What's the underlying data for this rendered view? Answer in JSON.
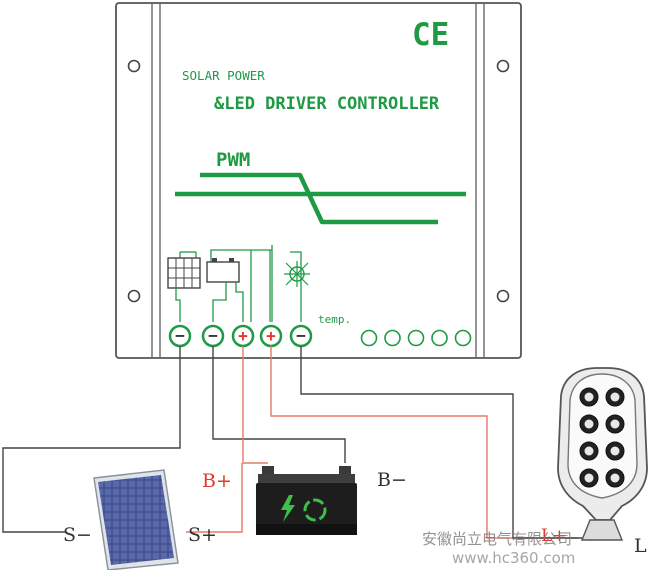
{
  "controller": {
    "ce_mark": "CE",
    "title_line1": "SOLAR POWER",
    "title_line2": "&LED DRIVER CONTROLLER",
    "mode_label": "PWM",
    "temp_label": "temp.",
    "terminals": [
      {
        "name": "solar-negative-terminal",
        "sign": "−",
        "color": "#333333"
      },
      {
        "name": "battery-negative-terminal",
        "sign": "−",
        "color": "#333333"
      },
      {
        "name": "battery-positive-terminal",
        "sign": "+",
        "color": "#e23a2a"
      },
      {
        "name": "load-positive-terminal",
        "sign": "+",
        "color": "#e23a2a"
      },
      {
        "name": "load-negative-terminal",
        "sign": "−",
        "color": "#333333"
      }
    ],
    "indicator_icons": [
      "solar-panel-icon",
      "battery-icon",
      "led-lamp-icon"
    ],
    "led_count": 5
  },
  "wiring_labels": {
    "battery_positive": "B+",
    "battery_negative": "B−",
    "solar_negative": "S−",
    "solar_positive": "S+",
    "load_positive": "L+",
    "load_negative": "L"
  },
  "watermark": {
    "company": "安徽尚立电气有限公司",
    "url": "www.hc360.com"
  },
  "colors": {
    "accent_green": "#1e9a45",
    "wire_red": "#e8786a",
    "wire_dark": "#333333",
    "terminal_red": "#e23a2a"
  }
}
